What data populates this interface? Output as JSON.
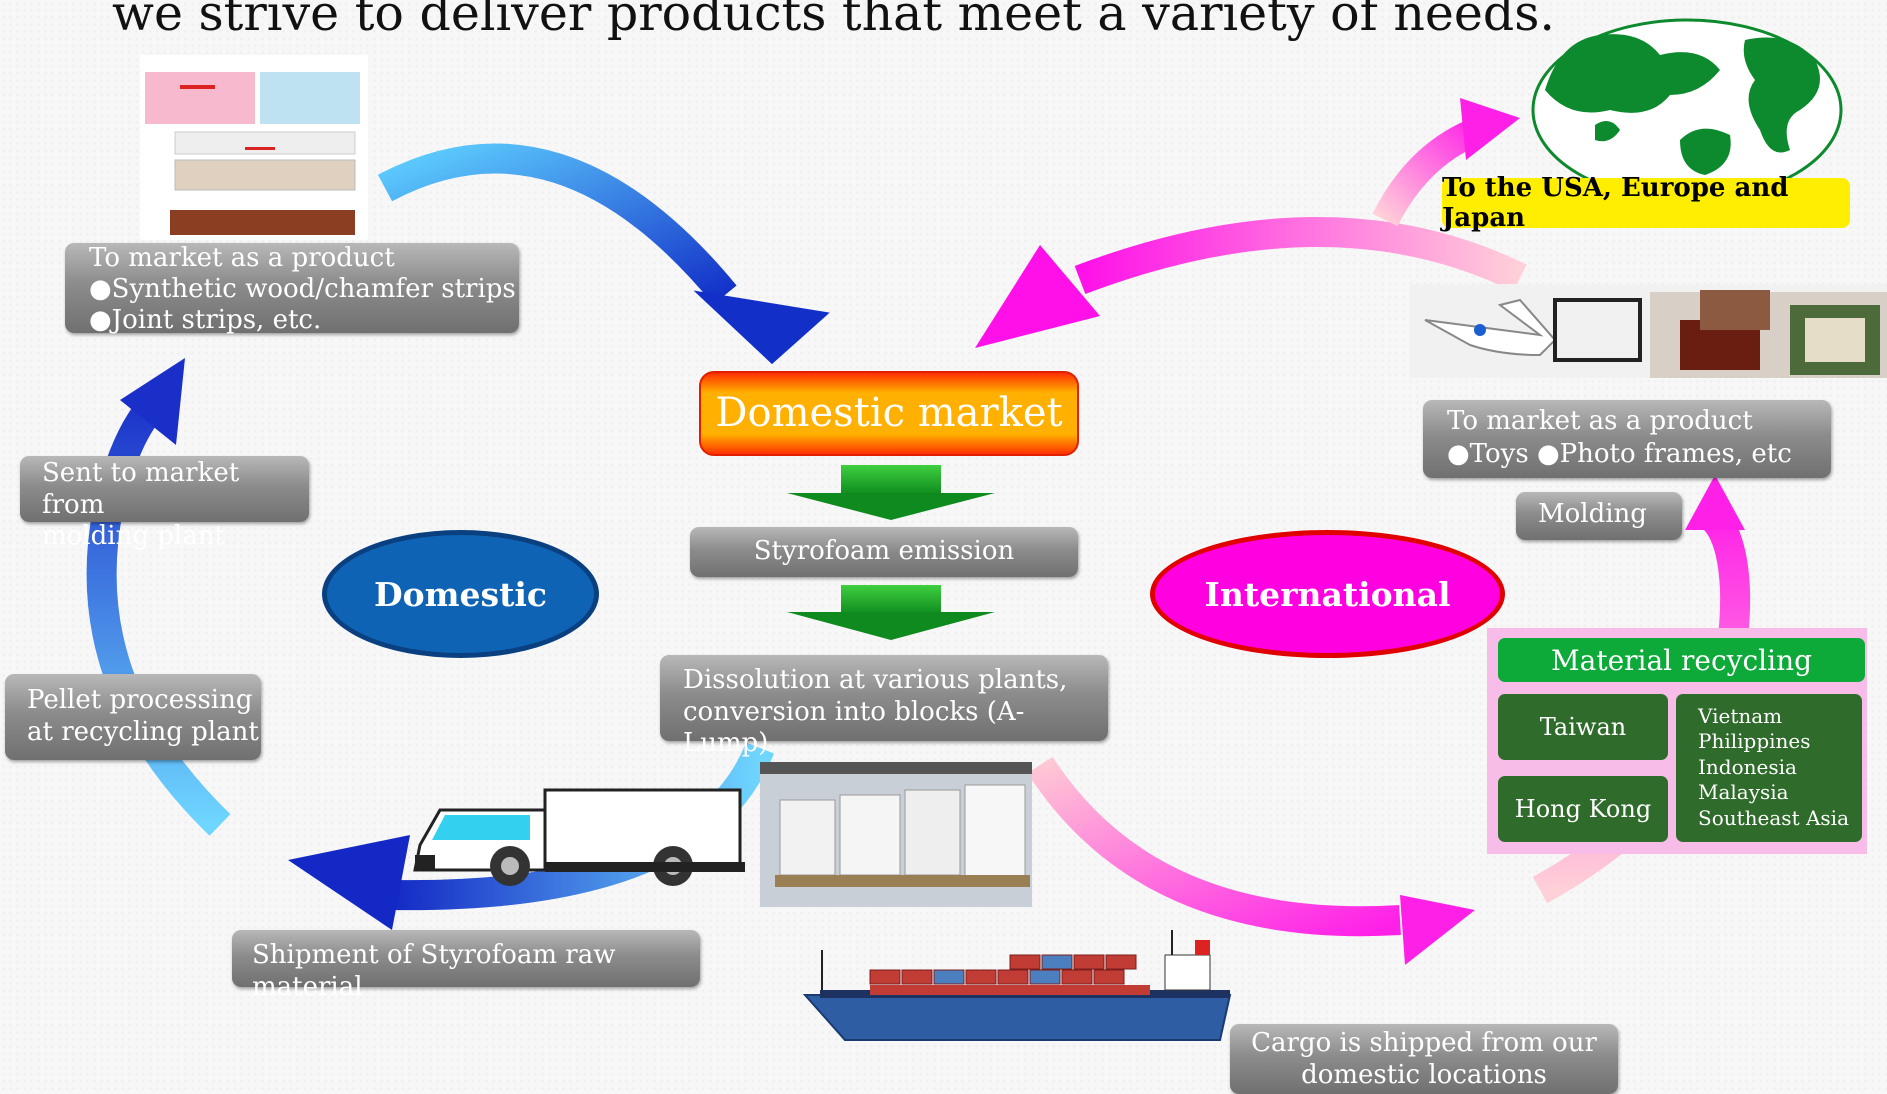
{
  "headline": "we strive to deliver products that meet a variety of needs.",
  "domestic_market": "Domestic market",
  "styrofoam_emission": "Styrofoam emission",
  "dissolution": [
    "Dissolution at various plants,",
    "conversion into blocks (A-Lump)"
  ],
  "domestic_label": "Domestic",
  "international_label": "International",
  "left_product": {
    "title": "To market as a product",
    "items": [
      "●Synthetic wood/chamfer strips",
      "●Joint strips, etc."
    ]
  },
  "sent_to_market": [
    "Sent to market from",
    "molding plant"
  ],
  "pellet_processing": [
    "Pellet processing",
    "at recycling plant"
  ],
  "shipment": "Shipment of Styrofoam raw material",
  "cargo": [
    "Cargo is shipped from our",
    "domestic locations"
  ],
  "destination": "To the USA, Europe and Japan",
  "right_product": {
    "title": "To market as a product",
    "items": "●Toys ●Photo frames, etc"
  },
  "molding": "Molding",
  "material_recycling": {
    "title": "Material recycling",
    "taiwan": "Taiwan",
    "hong_kong": "Hong Kong",
    "countries": [
      "Vietnam",
      "Philippines",
      "Indonesia",
      "Malaysia",
      "Southeast Asia"
    ]
  },
  "colors": {
    "domestic_blue": "#0f63b5",
    "international_magenta": "#ff00e0",
    "market_orange": "#ffb000",
    "green": "#2f6b2a",
    "yellow": "#ffee00"
  }
}
